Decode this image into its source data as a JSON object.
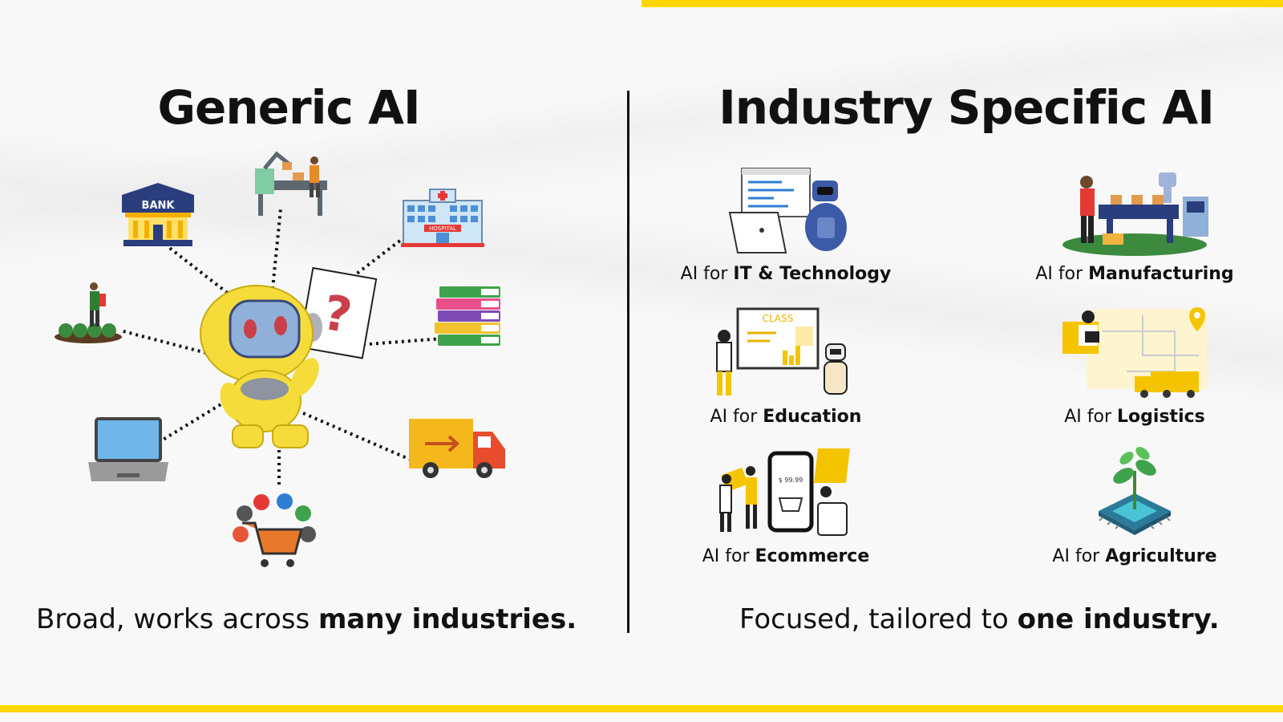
{
  "left": {
    "title": "Generic AI",
    "caption_plain": "Broad, works across ",
    "caption_bold": "many industries.",
    "bank_sign": "BANK",
    "hospital_sign": "HOSPITAL"
  },
  "right": {
    "title": "Industry Specific AI",
    "caption_plain": "Focused, tailored to ",
    "caption_bold": "one industry.",
    "class_sign": "CLASS",
    "price_tag": "$ 99.99",
    "industries": [
      {
        "prefix": "AI for ",
        "name": "IT & Technology",
        "icon": "laptop-robot-icon"
      },
      {
        "prefix": "AI for ",
        "name": "Manufacturing",
        "icon": "factory-robot-icon"
      },
      {
        "prefix": "AI for ",
        "name": "Education",
        "icon": "classroom-icon"
      },
      {
        "prefix": "AI for ",
        "name": "Logistics",
        "icon": "logistics-map-icon"
      },
      {
        "prefix": "AI for ",
        "name": "Ecommerce",
        "icon": "online-shopping-icon"
      },
      {
        "prefix": "AI for ",
        "name": "Agriculture",
        "icon": "chip-plant-icon"
      }
    ]
  },
  "colors": {
    "accent": "#ffd600",
    "robot": "#f5dc3a",
    "text": "#111111"
  }
}
